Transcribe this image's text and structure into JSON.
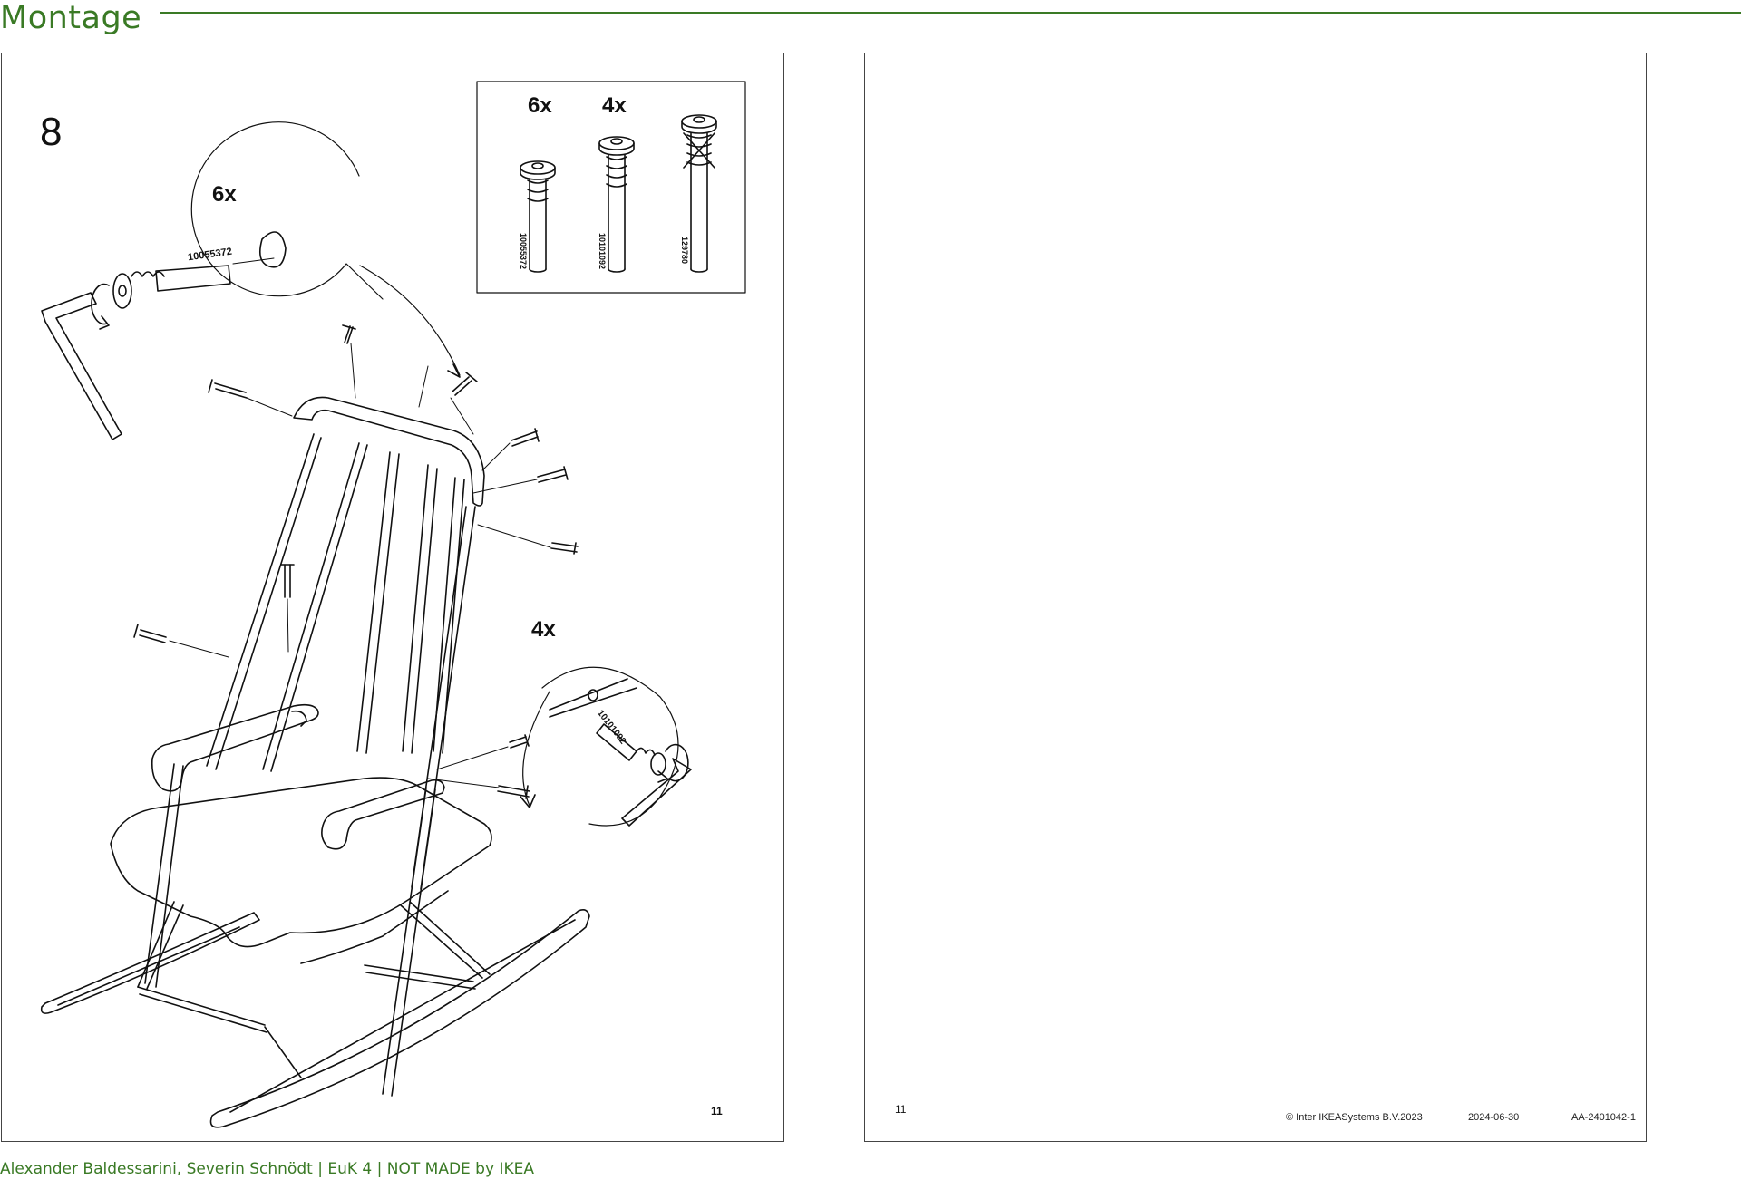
{
  "header": {
    "title": "Montage"
  },
  "left_page": {
    "step_number": "8",
    "page_number": "11",
    "callout_top": {
      "quantity": "6x",
      "part_number": "10055372"
    },
    "callout_right": {
      "quantity": "4x",
      "part_number": "10101092"
    },
    "parts_box": {
      "items": [
        {
          "quantity": "6x",
          "part_number": "10055372"
        },
        {
          "quantity": "4x",
          "part_number": "10101092"
        },
        {
          "quantity": "",
          "part_number": "129780"
        }
      ]
    }
  },
  "right_page": {
    "page_number": "11",
    "copyright": "© Inter  IKEASystems B.V.2023",
    "date": "2024-06-30",
    "doc_id": "AA-2401042-1"
  },
  "footer": {
    "credit": "Alexander Baldessarini, Severin Schnödt | EuK 4 | NOT MADE by IKEA"
  },
  "colors": {
    "accent": "#3a7a25",
    "line": "#111111"
  }
}
